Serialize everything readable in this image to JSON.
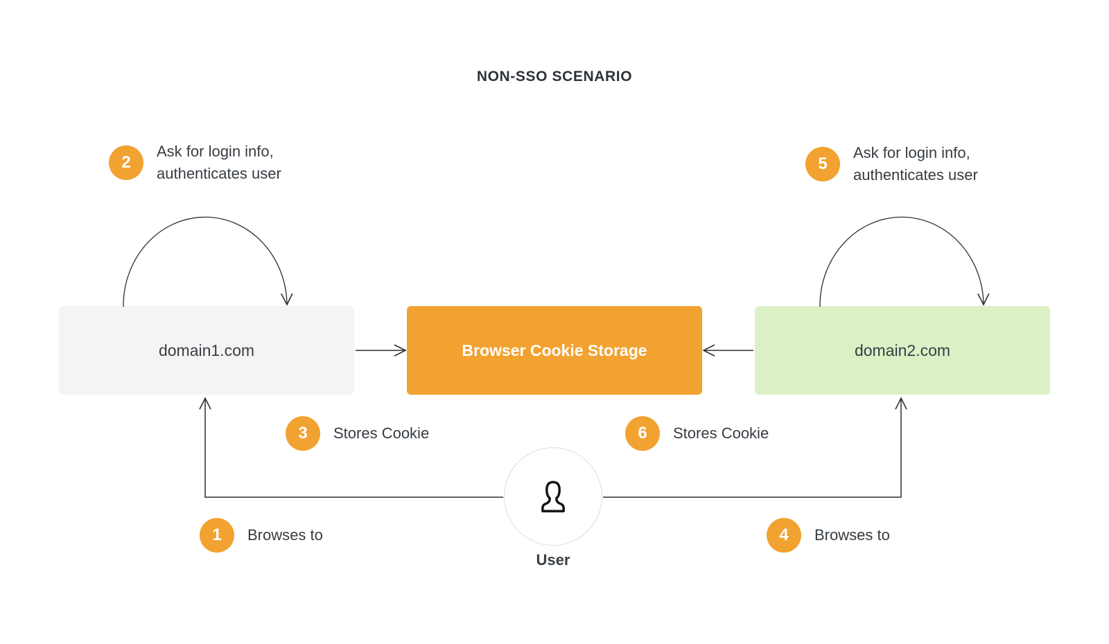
{
  "title": "NON-SSO SCENARIO",
  "nodes": {
    "domain1": {
      "label": "domain1.com"
    },
    "cookie_storage": {
      "label": "Browser Cookie Storage"
    },
    "domain2": {
      "label": "domain2.com"
    },
    "user": {
      "label": "User"
    }
  },
  "steps": [
    {
      "num": "1",
      "lines": [
        "Browses to"
      ]
    },
    {
      "num": "2",
      "lines": [
        "Ask for login info,",
        "authenticates user"
      ]
    },
    {
      "num": "3",
      "lines": [
        "Stores Cookie"
      ]
    },
    {
      "num": "4",
      "lines": [
        "Browses to"
      ]
    },
    {
      "num": "5",
      "lines": [
        "Ask for login info,",
        "authenticates user"
      ]
    },
    {
      "num": "6",
      "lines": [
        "Stores Cookie"
      ]
    }
  ],
  "icons": {
    "person": "person-icon"
  },
  "colors": {
    "accent_orange": "#f2a230",
    "domain1_gray": "#f4f4f4",
    "domain2_green": "#dbf0c5",
    "line": "#2e2e2e",
    "text_dark": "#363c42",
    "badge_text": "#ffffff",
    "user_circle_border": "#dcdcdc"
  }
}
